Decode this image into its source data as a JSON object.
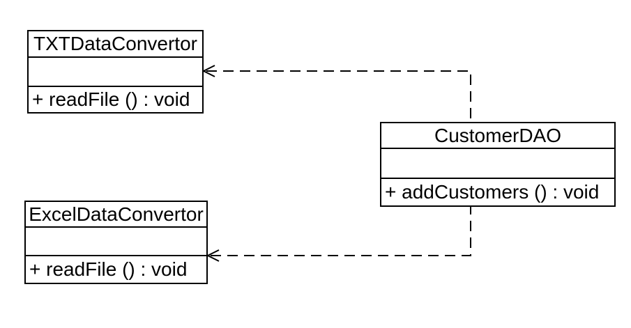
{
  "diagram": {
    "type": "uml-class-diagram",
    "background_color": "#ffffff",
    "line_color": "#000000",
    "text_color": "#000000",
    "classes": [
      {
        "name": "TXTDataConvertor",
        "attributes": [],
        "methods": [
          "+ readFile () : void"
        ]
      },
      {
        "name": "CustomerDAO",
        "attributes": [],
        "methods": [
          "+ addCustomers () : void"
        ]
      },
      {
        "name": "ExcelDataConvertor",
        "attributes": [],
        "methods": [
          "+ readFile () : void"
        ]
      }
    ],
    "relationships": [
      {
        "from": "CustomerDAO",
        "to": "TXTDataConvertor",
        "type": "dependency",
        "line_style": "dashed",
        "arrowhead": "open",
        "arrow_points_at": "TXTDataConvertor"
      },
      {
        "from": "CustomerDAO",
        "to": "ExcelDataConvertor",
        "type": "dependency",
        "line_style": "dashed",
        "arrowhead": "open",
        "arrow_points_at": "ExcelDataConvertor"
      }
    ]
  }
}
